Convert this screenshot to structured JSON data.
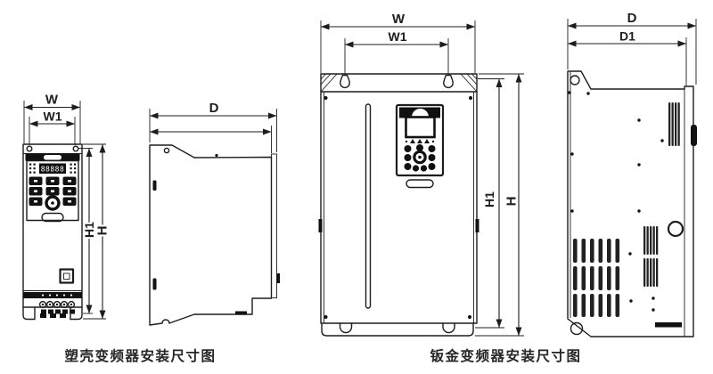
{
  "colors": {
    "line": "#1d1d1d",
    "dark_fill": "#111111",
    "background": "#ffffff"
  },
  "molded_front": {
    "dim_w": "W",
    "dim_w1": "W1",
    "dim_h1": "H1",
    "dim_h": "H",
    "display": "88888"
  },
  "molded_side": {
    "dim_d": "D"
  },
  "sheet_front": {
    "dim_w": "W",
    "dim_w1": "W1",
    "dim_h1": "H1",
    "dim_h": "H"
  },
  "sheet_side": {
    "dim_d": "D",
    "dim_d1": "D1"
  },
  "captions": {
    "molded": "塑壳变频器安装尺寸图",
    "sheet": "钣金变频器安装尺寸图"
  }
}
